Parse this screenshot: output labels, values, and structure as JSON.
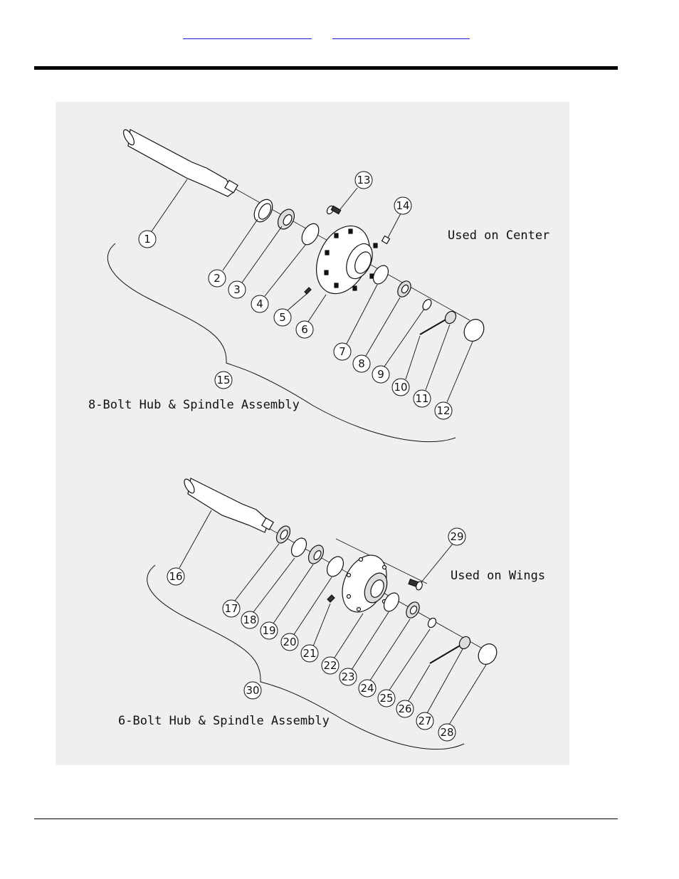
{
  "page": {
    "link_left_text": "",
    "link_right_text": ""
  },
  "assembly_top": {
    "title": "8-Bolt Hub & Spindle Assembly",
    "usage": "Used on Center",
    "callouts": [
      "1",
      "2",
      "3",
      "4",
      "5",
      "6",
      "7",
      "8",
      "9",
      "10",
      "11",
      "12",
      "13",
      "14",
      "15"
    ]
  },
  "assembly_bottom": {
    "title": "6-Bolt Hub & Spindle Assembly",
    "usage": "Used on Wings",
    "callouts": [
      "16",
      "17",
      "18",
      "19",
      "20",
      "21",
      "22",
      "23",
      "24",
      "25",
      "26",
      "27",
      "28",
      "29",
      "30"
    ]
  }
}
